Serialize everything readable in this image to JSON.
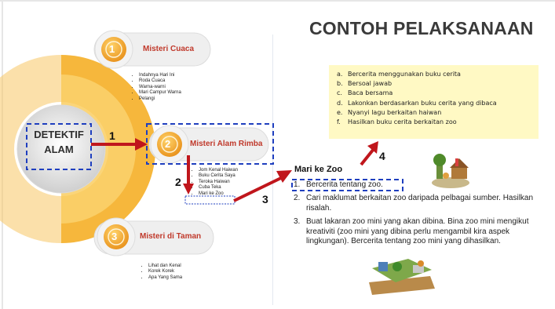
{
  "center": {
    "label_line1": "DETEKTIF",
    "label_line2": "ALAM"
  },
  "topics": [
    {
      "number": "1",
      "title": "Misteri Cuaca",
      "items": [
        "Indahnya Hari Ini",
        "Roda Cuaca",
        "Warna-warni",
        "Mari Campur Warna",
        "Pelangi"
      ]
    },
    {
      "number": "2",
      "title": "Misteri Alam Rimba",
      "items": [
        "Jom Kenal Haiwan",
        "Buku Cerita Saya",
        "Teroka Haiwan",
        "Cuba Teka",
        "Mari ke Zoo"
      ]
    },
    {
      "number": "3",
      "title": "Misteri di Taman",
      "items": [
        "Lihat dan Kenal",
        "Korek Korek",
        "Apa Yang Sama"
      ]
    }
  ],
  "heading": "CONTOH PELAKSANAAN",
  "options": [
    {
      "letter": "a.",
      "text": "Bercerita menggunakan buku cerita"
    },
    {
      "letter": "b.",
      "text": "Bersoal jawab"
    },
    {
      "letter": "c.",
      "text": "Baca bersama"
    },
    {
      "letter": "d.",
      "text": "Lakonkan  berdasarkan buku cerita yang dibaca"
    },
    {
      "letter": "e.",
      "text": "Nyanyi lagu berkaitan haiwan"
    },
    {
      "letter": "f.",
      "text": "Hasilkan buku cerita berkaitan zoo"
    }
  ],
  "activity": {
    "title": "Mari ke Zoo",
    "steps": [
      {
        "num": "1.",
        "text": "Bercerita tentang zoo."
      },
      {
        "num": "2.",
        "text": "Cari maklumat berkaitan zoo daripada pelbagai sumber. Hasilkan risalah."
      },
      {
        "num": "3.",
        "text": "Buat lakaran zoo mini yang akan dibina. Bina zoo mini mengikut kreativiti (zoo mini yang dibina perlu mengambil kira aspek lingkungan). Bercerita tentang zoo mini yang dihasilkan."
      }
    ]
  },
  "arrow_labels": [
    "1",
    "2",
    "3",
    "4"
  ],
  "colors": {
    "orange": "#f4a91d",
    "dark_orange": "#e8901a",
    "red_arrow": "#c0161c",
    "dash_blue": "#1f3fbf",
    "title_red": "#c0392b",
    "yellow_box": "#fff9c4"
  }
}
